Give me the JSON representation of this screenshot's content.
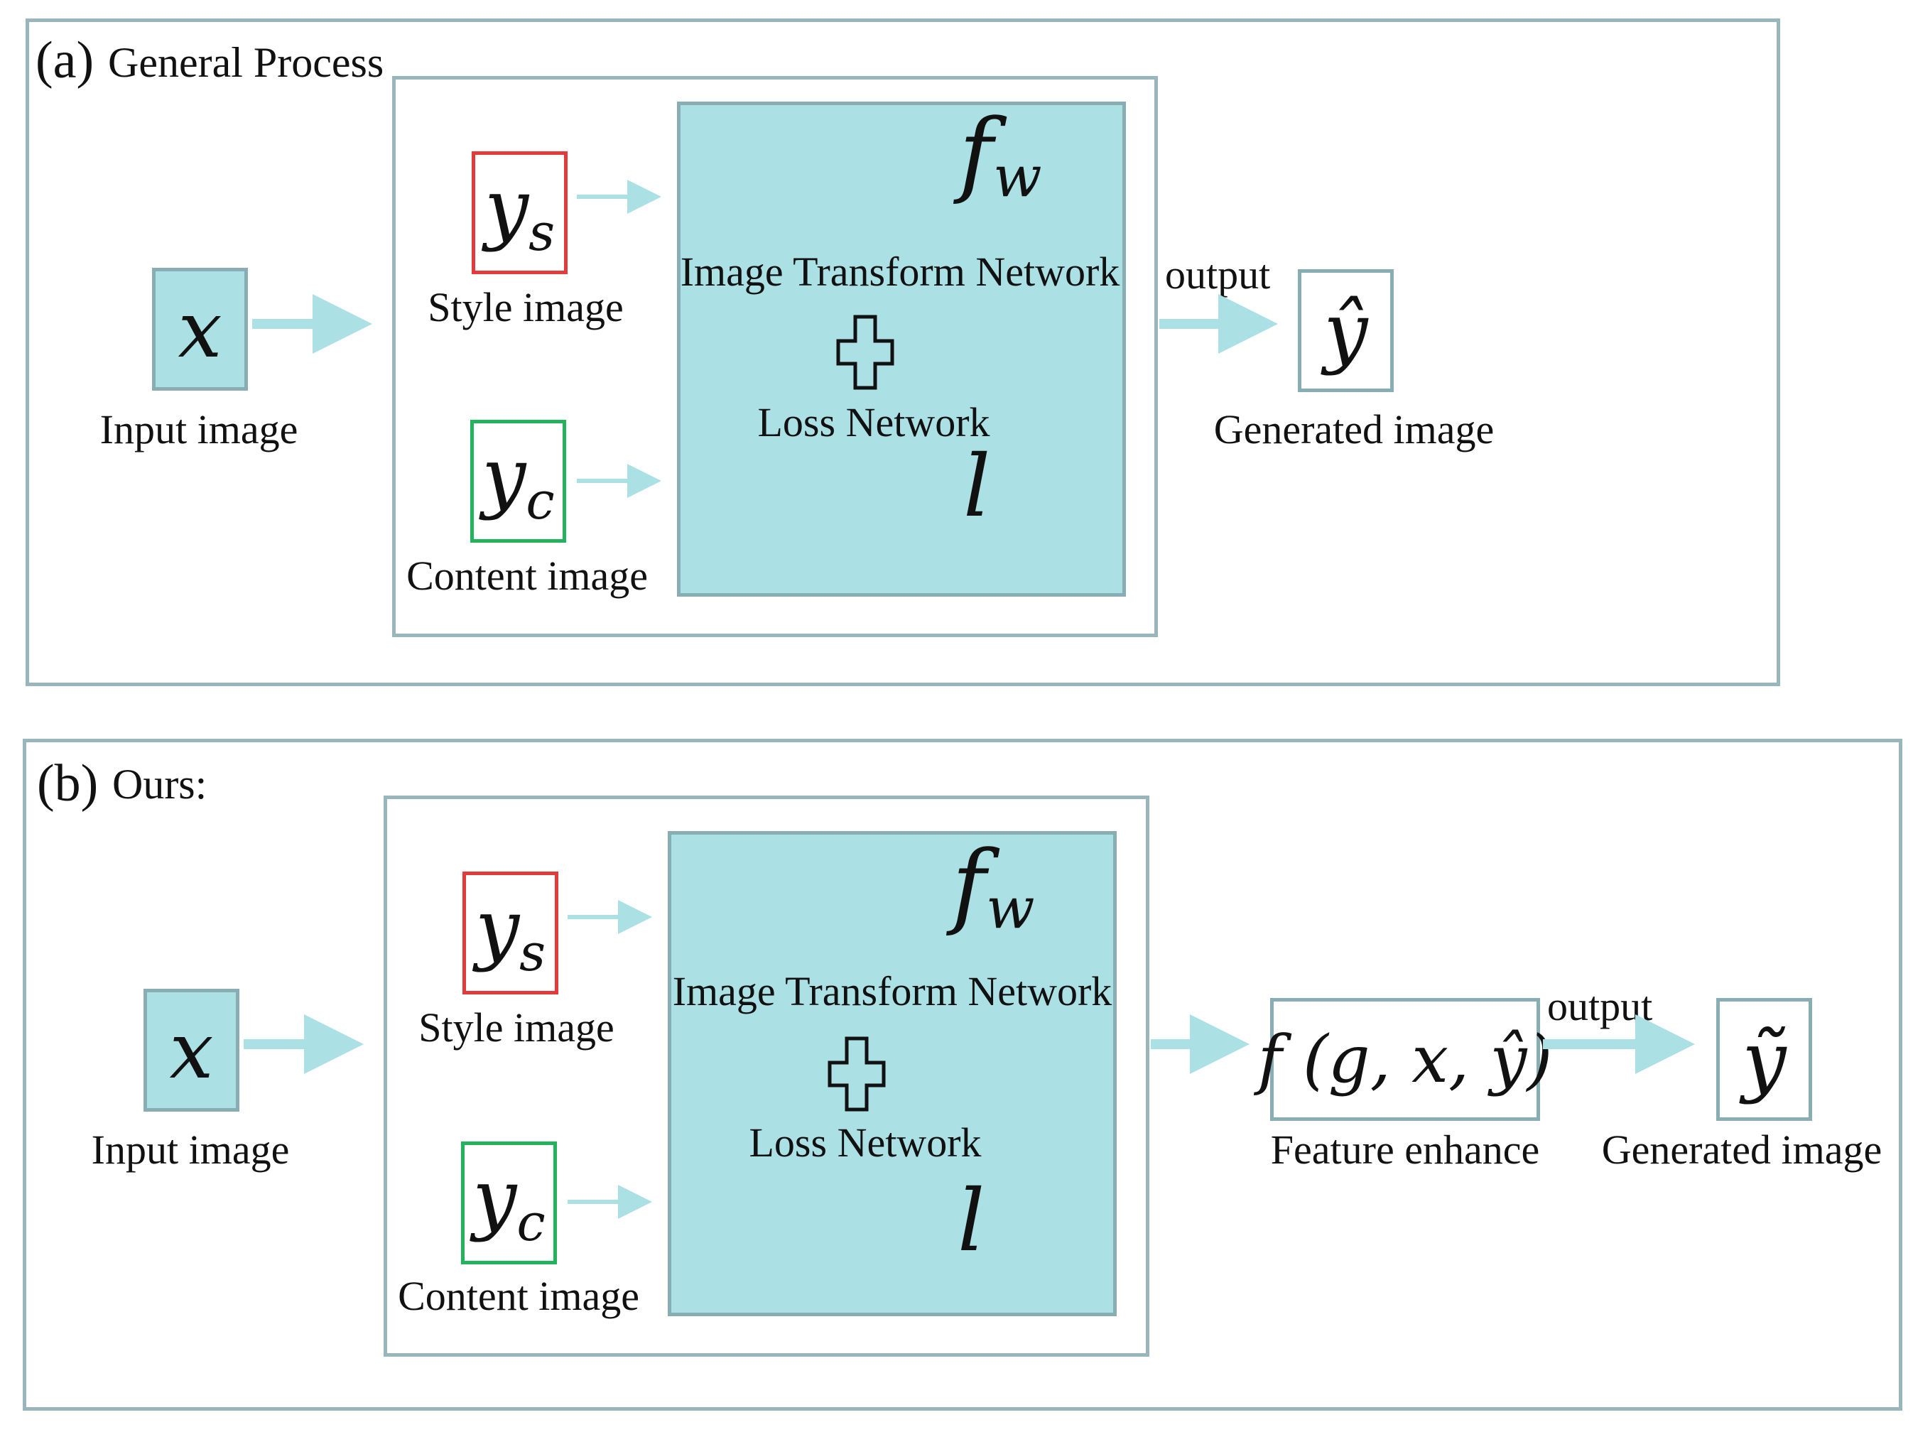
{
  "panel_a": {
    "tag": "(a)",
    "title": "General Process",
    "input": {
      "symbol": "x",
      "label": "Input image"
    },
    "style": {
      "symbol": "y",
      "sub": "s",
      "label": "Style image"
    },
    "content": {
      "symbol": "y",
      "sub": "c",
      "label": "Content image"
    },
    "network": {
      "f_symbol": "f",
      "f_sub": "w",
      "transform_label": "Image Transform Network",
      "plus": "✚",
      "loss_label": "Loss Network",
      "loss_symbol": "l"
    },
    "output_label": "output",
    "generated": {
      "symbol": "ŷ",
      "label": "Generated image"
    }
  },
  "panel_b": {
    "tag": "(b)",
    "title": "Ours:",
    "input": {
      "symbol": "x",
      "label": "Input image"
    },
    "style": {
      "symbol": "y",
      "sub": "s",
      "label": "Style image"
    },
    "content": {
      "symbol": "y",
      "sub": "c",
      "label": "Content image"
    },
    "network": {
      "f_symbol": "f",
      "f_sub": "w",
      "transform_label": "Image Transform Network",
      "plus": "✚",
      "loss_label": "Loss Network",
      "loss_symbol": "l"
    },
    "enhance": {
      "formula": "f (g, x, ŷ)",
      "label": "Feature enhance"
    },
    "output_label": "output",
    "generated": {
      "symbol": "ỹ",
      "label": "Generated image"
    }
  },
  "colors": {
    "panel_border": "#9ab6bd",
    "cyan_fill": "#abe1e5",
    "arrow": "#abe1e5",
    "style_border": "#e23b3b",
    "content_border": "#22b35c"
  }
}
